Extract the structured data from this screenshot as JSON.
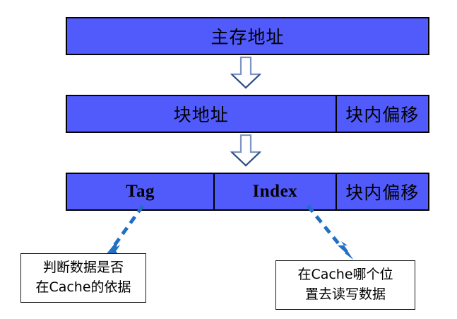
{
  "diagram": {
    "title": "Cache address mapping breakdown",
    "accent_blue": "#515AFB",
    "arrow_blue": "#1F6FC4",
    "arrow_outline": "#7E95C4",
    "rows": [
      {
        "name": "main-address",
        "fields": [
          {
            "label": "主存地址",
            "script": "cjk"
          }
        ]
      },
      {
        "name": "block-address",
        "fields": [
          {
            "label": "块地址",
            "script": "cjk"
          },
          {
            "label": "块内偏移",
            "script": "cjk"
          }
        ]
      },
      {
        "name": "tag-index",
        "fields": [
          {
            "label": "Tag",
            "script": "latin"
          },
          {
            "label": "Index",
            "script": "latin"
          },
          {
            "label": "块内偏移",
            "script": "cjk"
          }
        ]
      }
    ],
    "callouts": [
      {
        "name": "tag-purpose",
        "line1": "判断数据是否",
        "line2": "在Cache的依据"
      },
      {
        "name": "index-purpose",
        "line1": "在Cache哪个位",
        "line2": "置去读写数据"
      }
    ],
    "connectors": [
      {
        "name": "down-arrow-1",
        "from": "主存地址",
        "to": "块地址"
      },
      {
        "name": "down-arrow-2",
        "from": "块地址",
        "to": "Tag"
      },
      {
        "name": "tag-callout-arrow",
        "from": "Tag",
        "to": "判断数据是否在Cache的依据"
      },
      {
        "name": "index-callout-arrow",
        "from": "Index",
        "to": "在Cache哪个位置去读写数据"
      }
    ]
  }
}
